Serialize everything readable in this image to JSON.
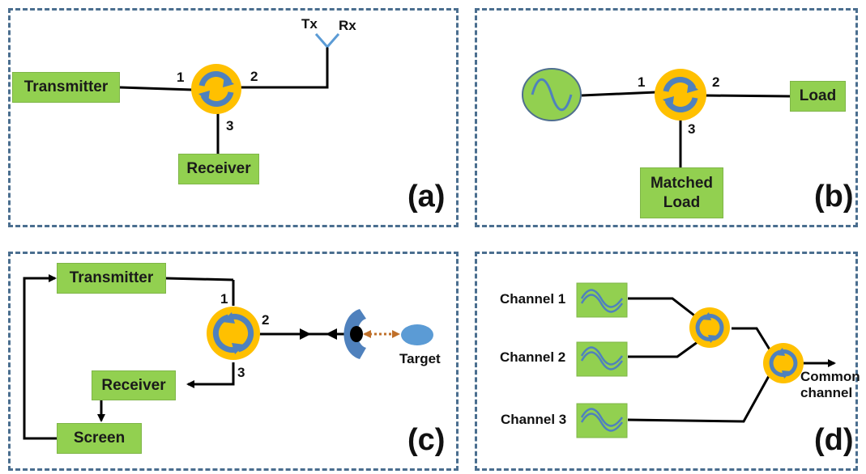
{
  "panel_a": {
    "label": "(a)",
    "transmitter": "Transmitter",
    "receiver": "Receiver",
    "tx": "Tx",
    "rx": "Rx",
    "port1": "1",
    "port2": "2",
    "port3": "3"
  },
  "panel_b": {
    "label": "(b)",
    "load": "Load",
    "matched_load": "Matched Load",
    "port1": "1",
    "port2": "2",
    "port3": "3"
  },
  "panel_c": {
    "label": "(c)",
    "transmitter": "Transmitter",
    "receiver": "Receiver",
    "screen": "Screen",
    "target": "Target",
    "port1": "1",
    "port2": "2",
    "port3": "3"
  },
  "panel_d": {
    "label": "(d)",
    "channel1": "Channel 1",
    "channel2": "Channel 2",
    "channel3": "Channel 3",
    "common": "Common channel"
  },
  "colors": {
    "box_green": "#92d050",
    "circulator_orange": "#ffc000",
    "circulator_blue": "#4f81bd",
    "frame_dash": "#4a6e8f",
    "target_arrow": "#c0702a"
  }
}
